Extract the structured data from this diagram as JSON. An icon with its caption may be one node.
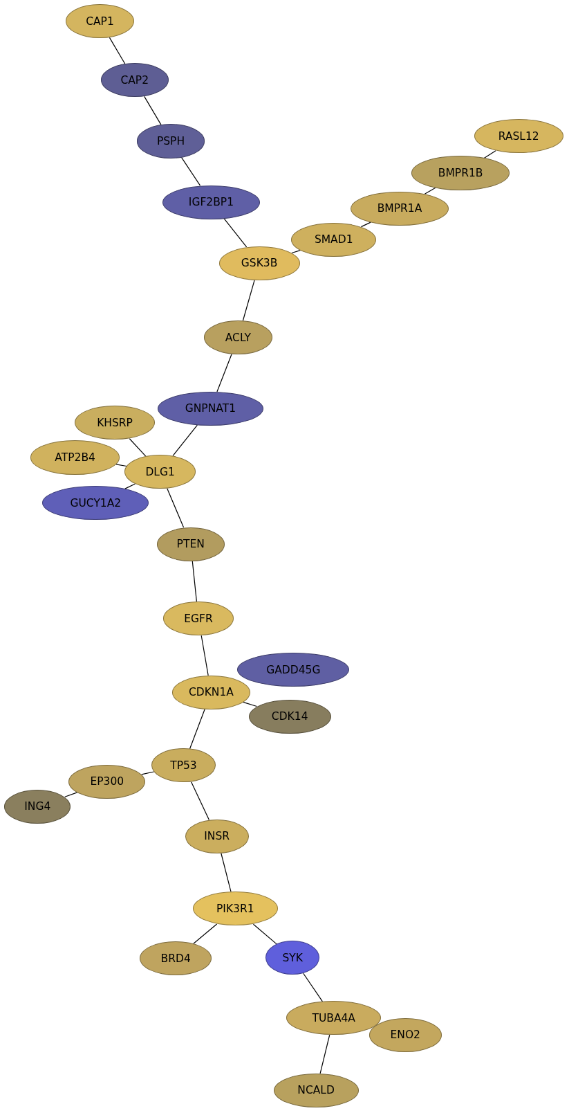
{
  "diagram": {
    "nodes": [
      {
        "text": [
          "CAP1"
        ]
      },
      {
        "text": [
          "CAP2"
        ]
      },
      {
        "text": [
          "PSPH"
        ]
      },
      {
        "text": [
          "IGF2BP1"
        ]
      },
      {
        "text": [
          "RASL12"
        ]
      },
      {
        "text": [
          "BMPR1B"
        ]
      },
      {
        "text": [
          "BMPR1A"
        ]
      },
      {
        "text": [
          "SMAD1"
        ]
      },
      {
        "text": [
          "GSK3B"
        ]
      },
      {
        "text": [
          "ACLY"
        ]
      },
      {
        "text": [
          "GNPNAT1"
        ]
      },
      {
        "text": [
          "KHSRP"
        ]
      },
      {
        "text": [
          "ATP2B4"
        ]
      },
      {
        "text": [
          "DLG1"
        ]
      },
      {
        "text": [
          "GUCY1A2"
        ]
      },
      {
        "text": [
          "PTEN"
        ]
      },
      {
        "text": [
          "EGFR"
        ]
      },
      {
        "text": [
          "GADD45G"
        ]
      },
      {
        "text": [
          "CDKN1A"
        ]
      },
      {
        "text": [
          "CDK14"
        ]
      },
      {
        "text": [
          "TP53"
        ]
      },
      {
        "text": [
          "EP300"
        ]
      },
      {
        "text": [
          "ING4"
        ]
      },
      {
        "text": [
          "INSR"
        ]
      },
      {
        "text": [
          "PIK3R1"
        ]
      },
      {
        "text": [
          "BRD4"
        ]
      },
      {
        "text": [
          "SYK"
        ]
      },
      {
        "text": [
          "TUBA4A"
        ]
      },
      {
        "text": [
          "ENO2"
        ]
      },
      {
        "text": [
          "NCALD"
        ]
      }
    ],
    "edges": [
      {
        "from": 0,
        "to": 1,
        "arrow": "none"
      },
      {
        "from": 1,
        "to": 2,
        "arrow": "none"
      },
      {
        "from": 2,
        "to": 3,
        "arrow": "none"
      },
      {
        "from": 3,
        "to": 8,
        "arrow": "none"
      },
      {
        "from": 4,
        "to": 5,
        "arrow": "none"
      },
      {
        "from": 5,
        "to": 6,
        "arrow": "none"
      },
      {
        "from": 6,
        "to": 7,
        "arrow": "none"
      },
      {
        "from": 7,
        "to": 8,
        "arrow": "none"
      },
      {
        "from": 8,
        "to": 9,
        "arrow": "none"
      },
      {
        "from": 9,
        "to": 10,
        "arrow": "none"
      },
      {
        "from": 10,
        "to": 13,
        "arrow": "none"
      },
      {
        "from": 11,
        "to": 13,
        "arrow": "none"
      },
      {
        "from": 12,
        "to": 13,
        "arrow": "none"
      },
      {
        "from": 14,
        "to": 13,
        "arrow": "none"
      },
      {
        "from": 13,
        "to": 15,
        "arrow": "none"
      },
      {
        "from": 15,
        "to": 16,
        "arrow": "none"
      },
      {
        "from": 16,
        "to": 18,
        "arrow": "none"
      },
      {
        "from": 18,
        "to": 19,
        "arrow": "none"
      },
      {
        "from": 18,
        "to": 20,
        "arrow": "none"
      },
      {
        "from": 20,
        "to": 21,
        "arrow": "none"
      },
      {
        "from": 21,
        "to": 22,
        "arrow": "none"
      },
      {
        "from": 20,
        "to": 23,
        "arrow": "none"
      },
      {
        "from": 23,
        "to": 24,
        "arrow": "none"
      },
      {
        "from": 24,
        "to": 25,
        "arrow": "none"
      },
      {
        "from": 24,
        "to": 26,
        "arrow": "none"
      },
      {
        "from": 26,
        "to": 27,
        "arrow": "none"
      },
      {
        "from": 27,
        "to": 29,
        "arrow": "none"
      }
    ]
  }
}
